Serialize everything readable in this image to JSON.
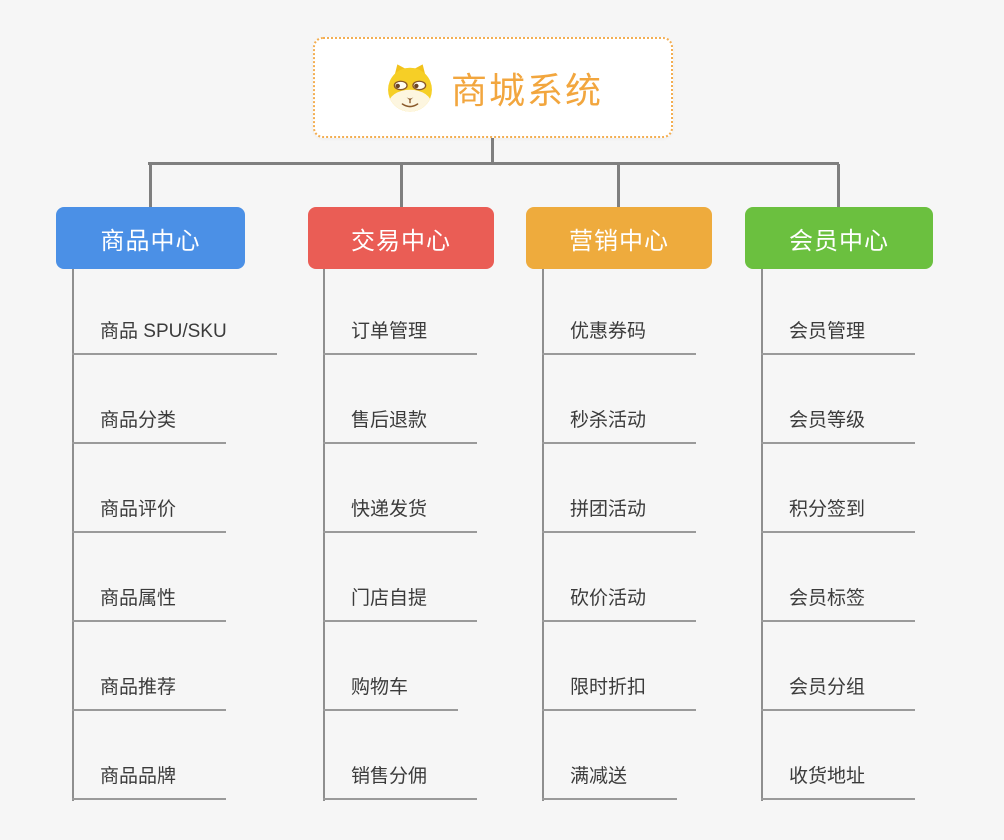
{
  "root": {
    "title": "商城系统",
    "icon": "doge-icon",
    "title_color": "#f2a63e",
    "border_color": "#f3ae52"
  },
  "colors": {
    "background": "#f6f6f6",
    "connector": "#7f7f7f",
    "leaf_line": "#9a9a9a",
    "leaf_text": "#3b3b3b"
  },
  "branches": [
    {
      "label": "商品中心",
      "color": "#4b90e6",
      "items": [
        "商品 SPU/SKU",
        "商品分类",
        "商品评价",
        "商品属性",
        "商品推荐",
        "商品品牌"
      ]
    },
    {
      "label": "交易中心",
      "color": "#ea5d55",
      "items": [
        "订单管理",
        "售后退款",
        "快递发货",
        "门店自提",
        "购物车",
        "销售分佣"
      ]
    },
    {
      "label": "营销中心",
      "color": "#eeab3d",
      "items": [
        "优惠券码",
        "秒杀活动",
        "拼团活动",
        "砍价活动",
        "限时折扣",
        "满减送"
      ]
    },
    {
      "label": "会员中心",
      "color": "#6bc03f",
      "items": [
        "会员管理",
        "会员等级",
        "积分签到",
        "会员标签",
        "会员分组",
        "收货地址"
      ]
    }
  ]
}
